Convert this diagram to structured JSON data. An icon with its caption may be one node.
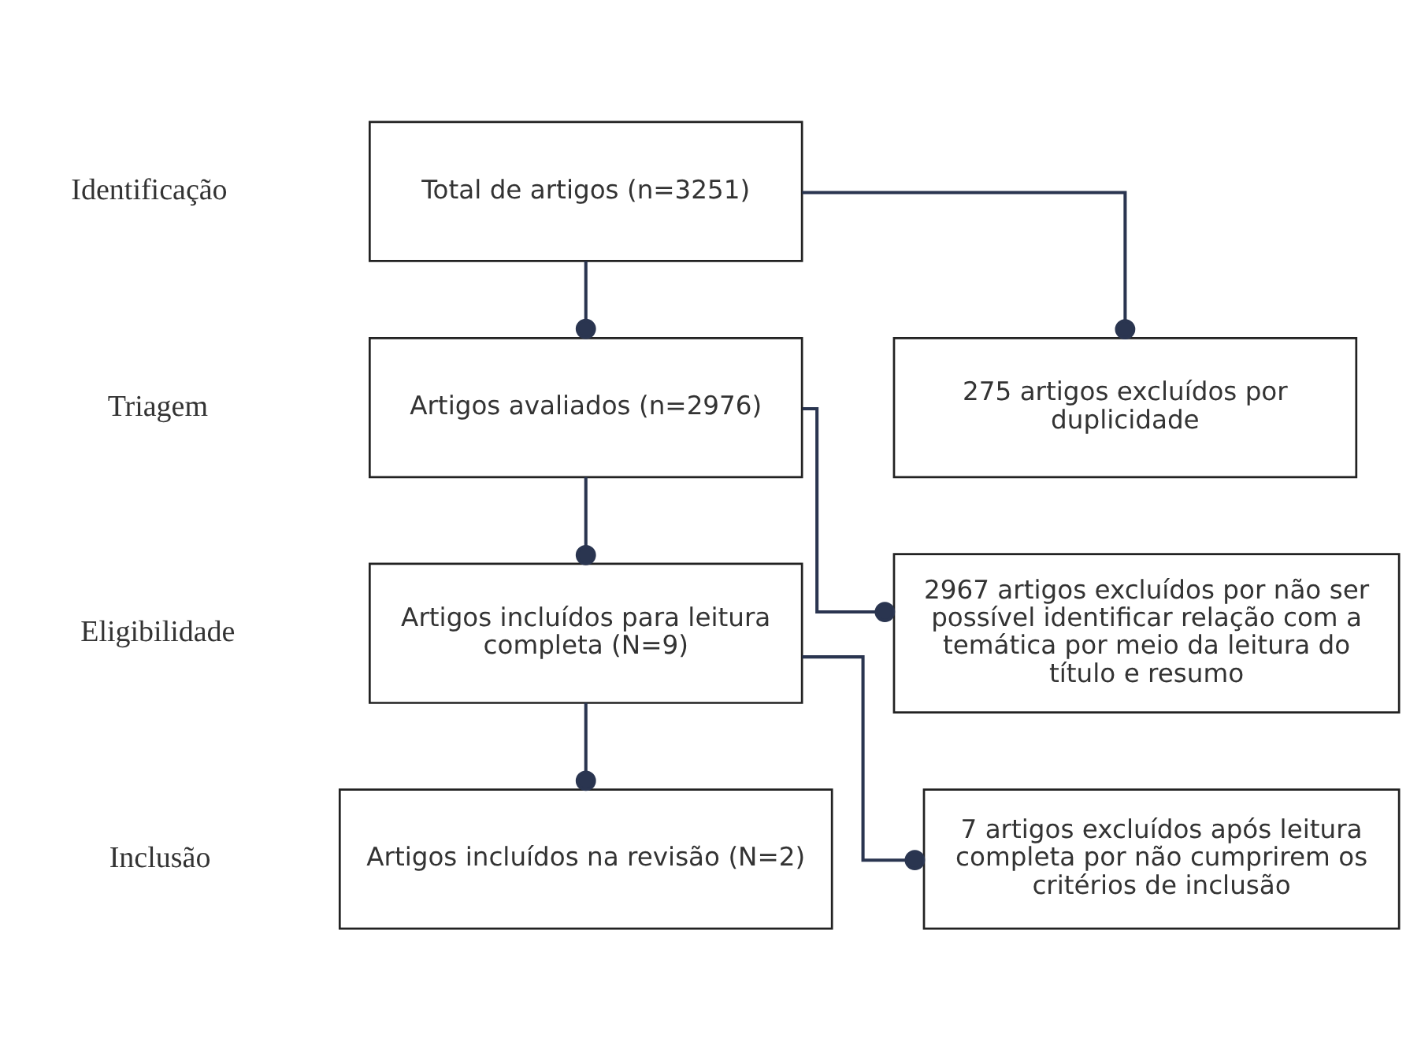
{
  "diagram": {
    "nodes": [
      {
        "text": [
          "Total de artigos (n=3251)"
        ]
      },
      {
        "text": [
          "Artigos avaliados (n=2976)"
        ]
      },
      {
        "text": [
          "Artigos incluídos para leitura completa (N=9)"
        ]
      },
      {
        "text": [
          "Artigos incluídos na revisão (N=2)"
        ]
      },
      {
        "text": [
          "275 artigos excluídos por duplicidade"
        ]
      },
      {
        "text": [
          "2967 artigos excluídos por não ser possível identificar relação com a temática por meio da leitura do título e resumo"
        ]
      },
      {
        "text": [
          "7 artigos excluídos após leitura completa por não cumprirem os critérios de inclusão"
        ]
      }
    ],
    "edges": [
      {
        "from": 0,
        "to": 1,
        "arrow": "other"
      },
      {
        "from": 0,
        "to": 4,
        "arrow": "other"
      },
      {
        "from": 1,
        "to": 2,
        "arrow": "other"
      },
      {
        "from": 1,
        "to": 5,
        "arrow": "other"
      },
      {
        "from": 2,
        "to": 3,
        "arrow": "other"
      },
      {
        "from": 2,
        "to": 6,
        "arrow": "other"
      }
    ],
    "labels": [
      "Identificação",
      "Triagem",
      "Eligibilidade",
      "Inclusão"
    ]
  }
}
